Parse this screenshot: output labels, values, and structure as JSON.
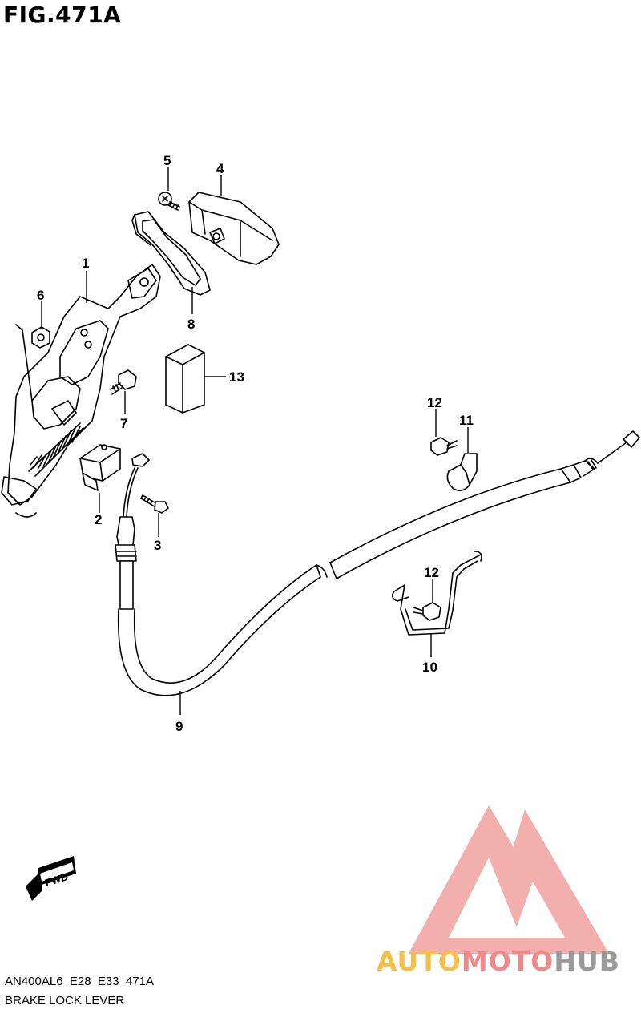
{
  "figure": {
    "title": "FIG.471A"
  },
  "callouts": [
    {
      "id": "c1",
      "text": "1"
    },
    {
      "id": "c2",
      "text": "2"
    },
    {
      "id": "c3",
      "text": "3"
    },
    {
      "id": "c4",
      "text": "4"
    },
    {
      "id": "c5",
      "text": "5"
    },
    {
      "id": "c6",
      "text": "6"
    },
    {
      "id": "c7",
      "text": "7"
    },
    {
      "id": "c8",
      "text": "8"
    },
    {
      "id": "c9",
      "text": "9"
    },
    {
      "id": "c10",
      "text": "10"
    },
    {
      "id": "c11",
      "text": "11"
    },
    {
      "id": "c12a",
      "text": "12"
    },
    {
      "id": "c12b",
      "text": "12"
    },
    {
      "id": "c13",
      "text": "13"
    }
  ],
  "fwd_label": "FWD",
  "footer": {
    "code": "AN400AL6_E28_E33_471A",
    "name": "BRAKE LOCK LEVER"
  },
  "watermark": {
    "part1": "AUTO",
    "part2": "MOTO",
    "part3": "HUB",
    "color_orange": "#f5c04a",
    "color_red": "#f08a8a",
    "color_gray": "#9a9a9a",
    "logo_color": "#f2a0a0"
  }
}
